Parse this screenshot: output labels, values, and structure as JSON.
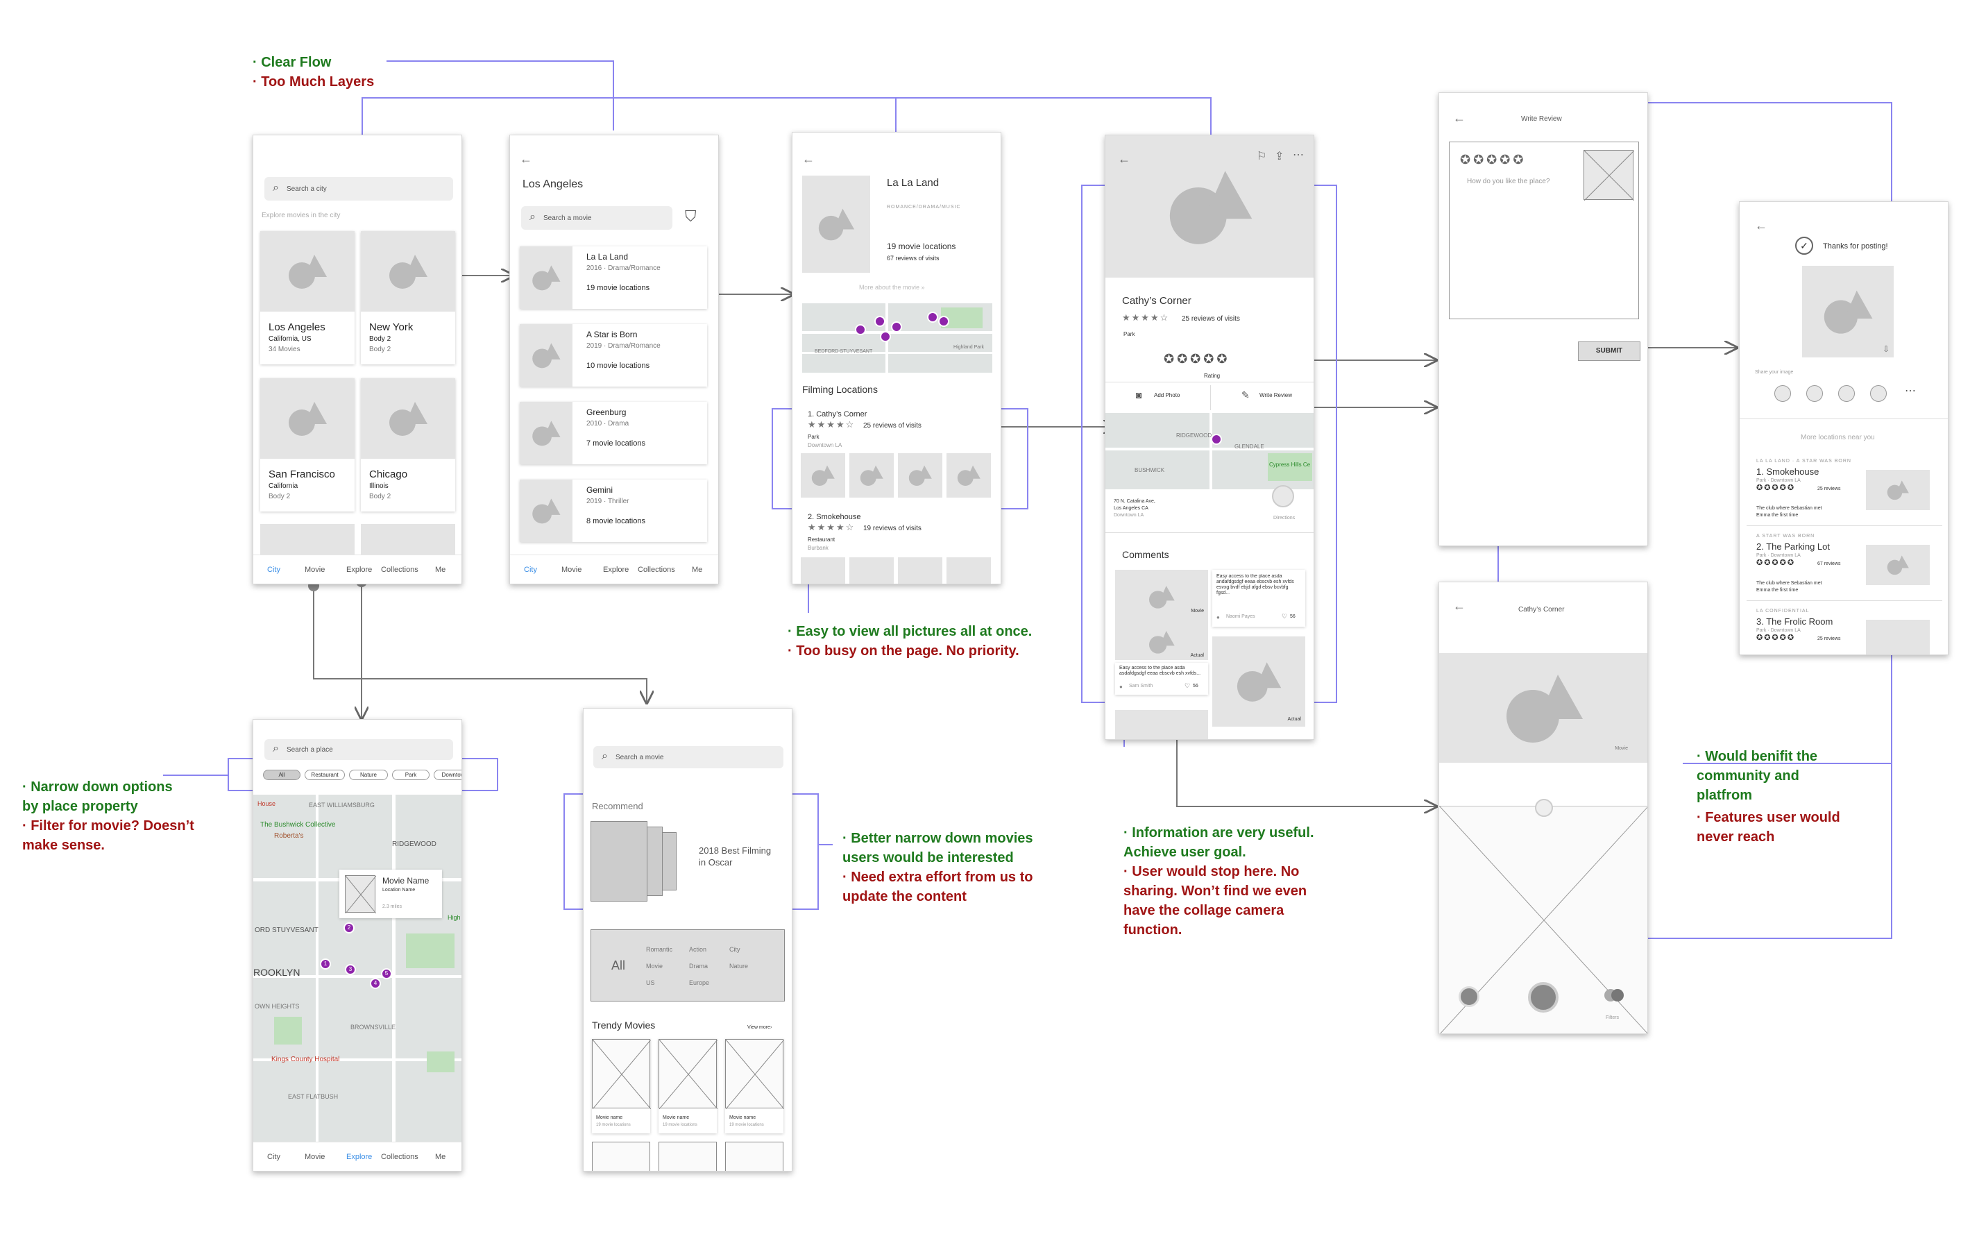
{
  "annotations": {
    "top_g": "· Clear Flow",
    "top_r": "· Too Much Layers",
    "pics_g": "· Easy to view all pictures all at once.",
    "pics_r": "· Too busy on the page. No priority.",
    "place_g1": "· Narrow down options",
    "place_g2": "by place property",
    "place_r1": "· Filter for movie? Doesn’t",
    "place_r2": "make sense.",
    "rec_g1": "· Better narrow down movies",
    "rec_g2": "users would be interested",
    "rec_r1": "· Need extra effort from us to",
    "rec_r2": "update the content",
    "info_g1": "· Information are very useful.",
    "info_g2": "Achieve user goal.",
    "info_r1": "· User would stop here. No",
    "info_r2": "sharing. Won’t find we even",
    "info_r3": "have the collage camera",
    "info_r4": "function.",
    "comm_g1": "· Would benifit the",
    "comm_g2": "community and",
    "comm_g3": "platfrom",
    "comm_r1": "· Features user would",
    "comm_r2": "never reach"
  },
  "city": {
    "search": "Search a city",
    "explore": "Explore movies in the city",
    "cards": [
      {
        "name": "Los Angeles",
        "sub": "California, US",
        "meta": "34 Movies"
      },
      {
        "name": "New York",
        "sub": "Body 2",
        "meta": "Body 2"
      },
      {
        "name": "San Francisco",
        "sub": "California",
        "meta": "Body 2"
      },
      {
        "name": "Chicago",
        "sub": "Illinois",
        "meta": "Body 2"
      }
    ]
  },
  "tabs": [
    "City",
    "Movie",
    "Explore",
    "Collections",
    "Me"
  ],
  "la": {
    "title": "Los Angeles",
    "search": "Search a movie",
    "movies": [
      {
        "title": "La La Land",
        "meta": "2016 · Drama/Romance",
        "loc": "19 movie locations"
      },
      {
        "title": "A Star is Born",
        "meta": "2019 · Drama/Romance",
        "loc": "10 movie locations"
      },
      {
        "title": "Greenburg",
        "meta": "2010 · Drama",
        "loc": "7 movie locations"
      },
      {
        "title": "Gemini",
        "meta": "2019 · Thriller",
        "loc": "8 movie locations"
      }
    ]
  },
  "movie": {
    "title": "La La Land",
    "genre": "ROMANCE/DRAMA/MUSIC",
    "locs": "19 movie locations",
    "reviews": "67 reviews of visits",
    "more": "More about the movie »",
    "section": "Filming Locations",
    "l1_name": "1. Cathy’s Corner",
    "l1_rev": "25 reviews of visits",
    "l1_type": "Park",
    "l1_area": "Downtown LA",
    "l2_name": "2. Smokehouse",
    "l2_rev": "19 reviews of visits",
    "l2_type": "Restaurant",
    "l2_area": "Burbank",
    "map_label": "BEDFORD-STUYVESANT",
    "map_label2": "Highland Park"
  },
  "place": {
    "name": "Cathy’s Corner",
    "rev": "25 reviews of visits",
    "type": "Park",
    "rating": "Rating",
    "add_photo": "Add Photo",
    "write": "Write Review",
    "addr1": "70 N. Catalina Ave,",
    "addr2": "Los Angeles CA",
    "addr3": "Downtown LA",
    "dir": "Directions",
    "comments": "Comments",
    "m1": "RIDGEWOOD",
    "m2": "GLENDALE",
    "m3": "BUSHWICK",
    "m4": "Cypress Hills Ce",
    "tag_movie": "Movie",
    "tag_actual": "Actual",
    "tag_actual2": "Actual",
    "c1_text": "Easy access to the place asda andafdgsdgf eeaa ebscvb esh xvfds esvxg bvdf ebjd afgd ebsv bcvbfg fgsd...",
    "c1_user": "Naomi Payes",
    "c1_likes": "56",
    "c2_text": "Easy access to the place asda asdafdgsdgf eeaa ebscvb esh xvfds...",
    "c2_user": "Sam Smith",
    "c2_likes": "56"
  },
  "review": {
    "title": "Write Review",
    "q": "How do you like the place?",
    "submit": "SUBMIT"
  },
  "thanks": {
    "title": "Thanks for posting!",
    "share": "Share your image",
    "more": "More locations near you",
    "items": [
      {
        "cap": "LA LA LAND · A STAR WAS BORN",
        "name": "1. Smokehouse",
        "meta": "Park · Downtown LA",
        "rev": "25 reviews",
        "desc1": "The club where Sebastian met",
        "desc2": "Emma the first time"
      },
      {
        "cap": "A START WAS BORN",
        "name": "2. The Parking Lot",
        "meta": "Park · Downtown LA",
        "rev": "67 reviews",
        "desc1": "The club where Sebastian met",
        "desc2": "Emma the first time"
      },
      {
        "cap": "LA CONFIDENTIAL",
        "name": "3. The Frolic Room",
        "meta": "Park · Downtown LA",
        "rev": "25 reviews",
        "desc1": "",
        "desc2": ""
      }
    ]
  },
  "camera": {
    "title": "Cathy’s Corner",
    "tag": "Movie",
    "filters": "Filters"
  },
  "explore": {
    "search": "Search a place",
    "chips": [
      "All",
      "Restaurant",
      "Nature",
      "Park",
      "Downtow"
    ],
    "popup_title": "Movie Name",
    "popup_sub": "Location Name",
    "popup_dist": "2.3 miles",
    "m1": "House",
    "m2": "EAST WILLIAMSBURG",
    "m3": "The Bushwick Collective",
    "m4": "Roberta's",
    "m5": "RIDGEWOOD",
    "m6": "ORD STUYVESANT",
    "m7": "ROOKLYN",
    "m8": "OWN HEIGHTS",
    "m9": "BROWNSVILLE",
    "m10": "Kings County Hospital",
    "m11": "EAST FLATBUSH",
    "m12": "High",
    "pins": [
      "1",
      "2",
      "3",
      "4",
      "5"
    ]
  },
  "movietab": {
    "search": "Search a movie",
    "rec": "Recommend",
    "feature1": "2018 Best Filming",
    "feature2": "in Oscar",
    "all": "All",
    "cats": [
      "Romantic",
      "Action",
      "City",
      "Movie",
      "Drama",
      "Nature",
      "US",
      "Europe"
    ],
    "trendy": "Trendy Movies",
    "view_more": "View more›",
    "items": [
      {
        "name": "Movie name",
        "loc": "19 movie locations"
      },
      {
        "name": "Movie name",
        "loc": "19 movie locations"
      },
      {
        "name": "Movie name",
        "loc": "19 movie locations"
      }
    ]
  }
}
